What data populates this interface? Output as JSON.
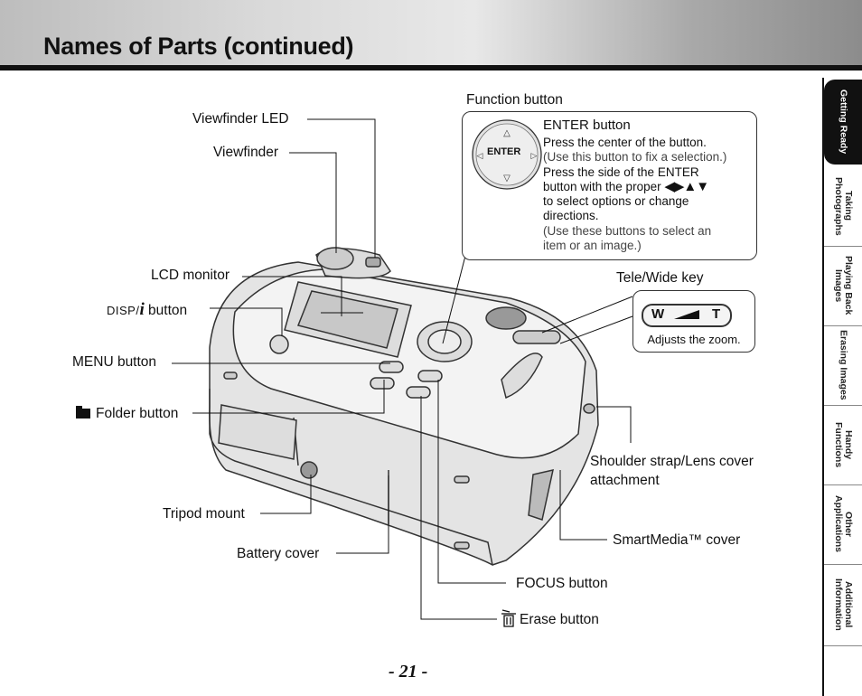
{
  "page": {
    "title": "Names of Parts (continued)",
    "page_number": "- 21 -"
  },
  "labels": {
    "viewfinder_led": "Viewfinder LED",
    "viewfinder": "Viewfinder",
    "lcd_monitor": "LCD monitor",
    "disp_prefix": "DISP/",
    "disp_i": "i",
    "disp_suffix": " button",
    "menu_button": "MENU button",
    "folder_button": "Folder button",
    "tripod_mount": "Tripod mount",
    "battery_cover": "Battery cover",
    "function_button": "Function button",
    "tele_wide_key": "Tele/Wide key",
    "shoulder_strap_line1": "Shoulder strap/Lens cover",
    "shoulder_strap_line2": "attachment",
    "smartmedia_cover": "SmartMedia™ cover",
    "focus_button": "FOCUS button",
    "erase_button": "Erase button"
  },
  "enter_panel": {
    "heading": "ENTER button",
    "dial_label": "ENTER",
    "line1": "Press the center of the button.",
    "line2": "(Use this button to fix a selection.)",
    "line3": "Press the side of the ENTER",
    "line4": "button with the proper",
    "arrows": "◀▶▲▼",
    "line5": "to select options or change",
    "line6": "directions.",
    "line7": "(Use these buttons to select an",
    "line8": "item or an image.)"
  },
  "zoom_panel": {
    "w": "W",
    "t": "T",
    "caption": "Adjusts the zoom."
  },
  "sidebar": {
    "tabs": [
      {
        "label": "Getting Ready",
        "active": true
      },
      {
        "label": "Taking Photographs",
        "active": false
      },
      {
        "label": "Playing Back Images",
        "active": false
      },
      {
        "label": "Erasing Images",
        "active": false
      },
      {
        "label": "Handy Functions",
        "active": false
      },
      {
        "label": "Other Applications",
        "active": false
      },
      {
        "label": "Additional Information",
        "active": false
      }
    ]
  }
}
